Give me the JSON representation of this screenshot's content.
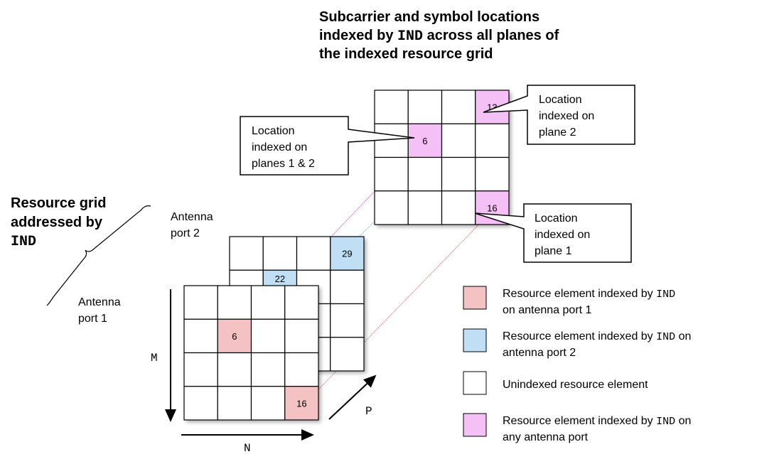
{
  "title": {
    "line1": "Subcarrier and symbol locations",
    "line2_pre": "indexed by ",
    "line2_code": "IND",
    "line2_post": " across all planes of",
    "line3": "the indexed resource grid"
  },
  "side_label": {
    "line1": "Resource grid",
    "line2": "addressed by",
    "line3": "IND"
  },
  "antenna_port_2": {
    "line1": "Antenna",
    "line2": "port 2"
  },
  "antenna_port_1": {
    "line1": "Antenna",
    "line2": "port 1"
  },
  "axes": {
    "m": "M",
    "n": "N",
    "p": "P"
  },
  "grids": {
    "front": {
      "cells": [
        {
          "row": 1,
          "col": 1,
          "label": "6"
        },
        {
          "row": 3,
          "col": 3,
          "label": "16"
        }
      ],
      "color": "#f4c2c2"
    },
    "middle": {
      "cells": [
        {
          "row": 0,
          "col": 3,
          "label": "29"
        },
        {
          "row": 1,
          "col": 1,
          "label": "22"
        }
      ],
      "color": "#c0dff5"
    },
    "top": {
      "cells": [
        {
          "row": 0,
          "col": 3,
          "label": "13"
        },
        {
          "row": 1,
          "col": 1,
          "label": "6"
        },
        {
          "row": 3,
          "col": 3,
          "label": "16"
        }
      ],
      "color": "#f5c0f5"
    }
  },
  "callouts": {
    "both": [
      "Location",
      "indexed on",
      "planes 1 & 2"
    ],
    "plane2": [
      "Location",
      "indexed on",
      "plane 2"
    ],
    "plane1": [
      "Location",
      "indexed on",
      "plane 1"
    ]
  },
  "legend": [
    {
      "color": "#f4c2c2",
      "line1_pre": "Resource element indexed by ",
      "code": "IND",
      "line1_post": "",
      "line2": "on antenna port 1"
    },
    {
      "color": "#c0dff5",
      "line1_pre": "Resource element indexed by ",
      "code": "IND",
      "line1_post": " on",
      "line2": "antenna port 2"
    },
    {
      "color": "#ffffff",
      "line1_pre": "Unindexed resource element",
      "code": "",
      "line1_post": "",
      "line2": ""
    },
    {
      "color": "#f5c0f5",
      "line1_pre": "Resource element indexed by ",
      "code": "IND",
      "line1_post": " on",
      "line2": "any antenna port"
    }
  ]
}
